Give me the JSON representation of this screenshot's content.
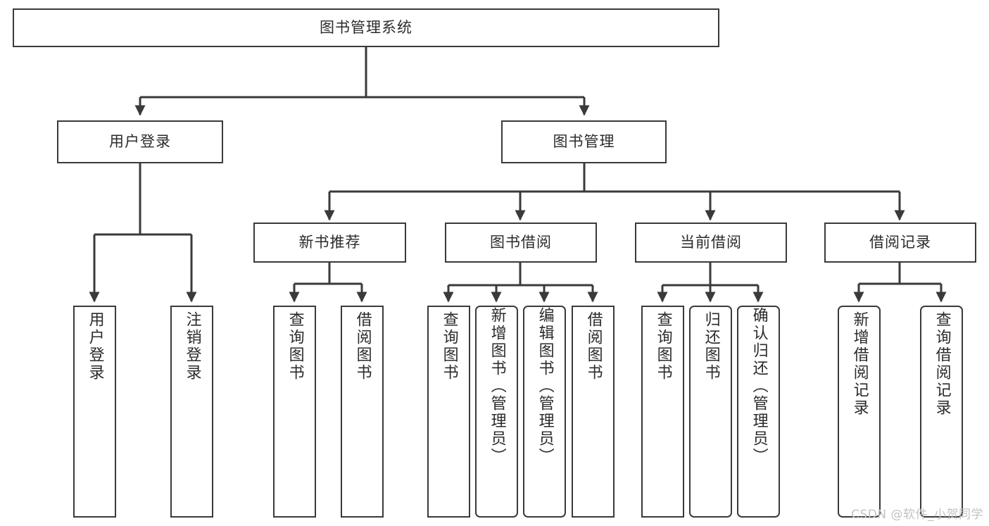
{
  "diagram": {
    "type": "tree-hierarchy",
    "root": {
      "id": "root",
      "label": "图书管理系统"
    },
    "level2": [
      {
        "id": "user-login",
        "label": "用户登录"
      },
      {
        "id": "book-manage",
        "label": "图书管理"
      }
    ],
    "level3": [
      {
        "id": "new-book-recommend",
        "label": "新书推荐",
        "parent": "book-manage"
      },
      {
        "id": "book-borrow",
        "label": "图书借阅",
        "parent": "book-manage"
      },
      {
        "id": "current-borrow",
        "label": "当前借阅",
        "parent": "book-manage"
      },
      {
        "id": "borrow-record",
        "label": "借阅记录",
        "parent": "book-manage"
      }
    ],
    "leaves": [
      {
        "id": "leaf-user-login",
        "label": "用户登录",
        "parent": "user-login",
        "rounded": false
      },
      {
        "id": "leaf-logout-login",
        "label": "注销登录",
        "parent": "user-login",
        "rounded": false
      },
      {
        "id": "leaf-query-book-1",
        "label": "查询图书",
        "parent": "new-book-recommend",
        "rounded": false
      },
      {
        "id": "leaf-borrow-book-1",
        "label": "借阅图书",
        "parent": "new-book-recommend",
        "rounded": false
      },
      {
        "id": "leaf-query-book-2",
        "label": "查询图书",
        "parent": "book-borrow",
        "rounded": false
      },
      {
        "id": "leaf-add-book",
        "label": "新增图书（管理员）",
        "parent": "book-borrow",
        "rounded": true
      },
      {
        "id": "leaf-edit-book",
        "label": "编辑图书（管理员）",
        "parent": "book-borrow",
        "rounded": true
      },
      {
        "id": "leaf-borrow-book-2",
        "label": "借阅图书",
        "parent": "book-borrow",
        "rounded": false
      },
      {
        "id": "leaf-query-book-3",
        "label": "查询图书",
        "parent": "current-borrow",
        "rounded": false
      },
      {
        "id": "leaf-return-book",
        "label": "归还图书",
        "parent": "current-borrow",
        "rounded": true
      },
      {
        "id": "leaf-confirm-return",
        "label": "确认归还（管理员）",
        "parent": "current-borrow",
        "rounded": true
      },
      {
        "id": "leaf-add-record",
        "label": "新增借阅记录",
        "parent": "borrow-record",
        "rounded": true
      },
      {
        "id": "leaf-query-record",
        "label": "查询借阅记录",
        "parent": "borrow-record",
        "rounded": true
      }
    ]
  },
  "watermark": {
    "text": "CSDN @软件_小贺同学"
  },
  "colors": {
    "stroke": "#3a3a3a",
    "text": "#2b2b2b",
    "background": "#ffffff",
    "watermark": "#c3c3c3"
  }
}
